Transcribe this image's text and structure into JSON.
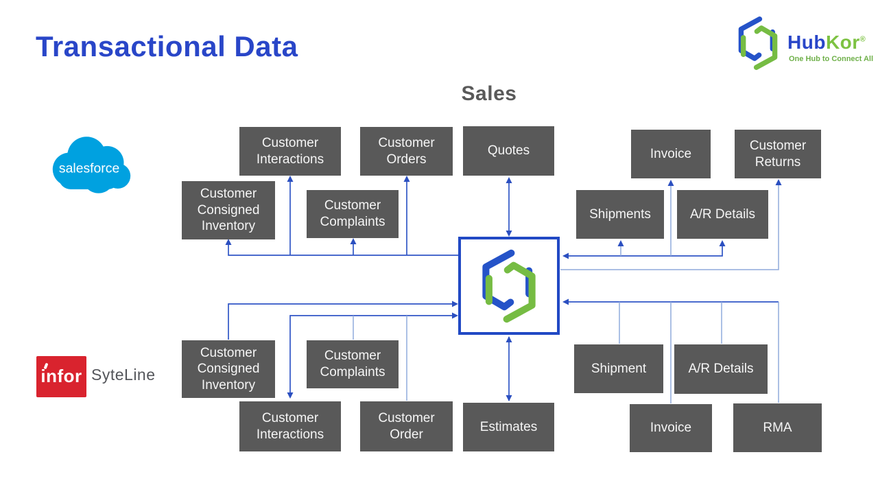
{
  "title": "Transactional Data",
  "heading": "Sales",
  "hubkor": {
    "brand_hub": "Hub",
    "brand_kor": "Kor",
    "registered": "®",
    "tagline": "One Hub to Connect All"
  },
  "sources": {
    "salesforce_label": "salesforce",
    "infor_label": "infor",
    "syteline_label": "SyteLine"
  },
  "boxes": [
    {
      "id": "sf-customer-interactions",
      "label": "Customer Interactions"
    },
    {
      "id": "sf-customer-orders",
      "label": "Customer Orders"
    },
    {
      "id": "sf-quotes",
      "label": "Quotes"
    },
    {
      "id": "sf-invoice",
      "label": "Invoice"
    },
    {
      "id": "sf-customer-returns",
      "label": "Customer Returns"
    },
    {
      "id": "sf-customer-consigned-inventory",
      "label": "Customer Consigned Inventory"
    },
    {
      "id": "sf-customer-complaints",
      "label": "Customer Complaints"
    },
    {
      "id": "sf-shipments",
      "label": "Shipments"
    },
    {
      "id": "sf-ar-details",
      "label": "A/R Details"
    },
    {
      "id": "sl-customer-consigned-inventory",
      "label": "Customer Consigned Inventory"
    },
    {
      "id": "sl-customer-complaints",
      "label": "Customer Complaints"
    },
    {
      "id": "sl-shipment",
      "label": "Shipment"
    },
    {
      "id": "sl-ar-details",
      "label": "A/R Details"
    },
    {
      "id": "sl-customer-interactions",
      "label": "Customer Interactions"
    },
    {
      "id": "sl-customer-order",
      "label": "Customer Order"
    },
    {
      "id": "sl-estimates",
      "label": "Estimates"
    },
    {
      "id": "sl-invoice",
      "label": "Invoice"
    },
    {
      "id": "sl-rma",
      "label": "RMA"
    }
  ],
  "colors": {
    "title_blue": "#2946C8",
    "box_gray": "#595959",
    "box_text": "#F5F5F5",
    "connector_blue": "#3056C6",
    "connector_light_blue": "#8FAADC",
    "arrowhead_blue": "#2B4FC0",
    "hub_border_blue": "#2149C4",
    "hub_mark_blue": "#2553C8",
    "hub_mark_green": "#76BC43",
    "salesforce_blue": "#00A1E0",
    "infor_red": "#D9232E",
    "syteline_gray": "#54565B"
  }
}
